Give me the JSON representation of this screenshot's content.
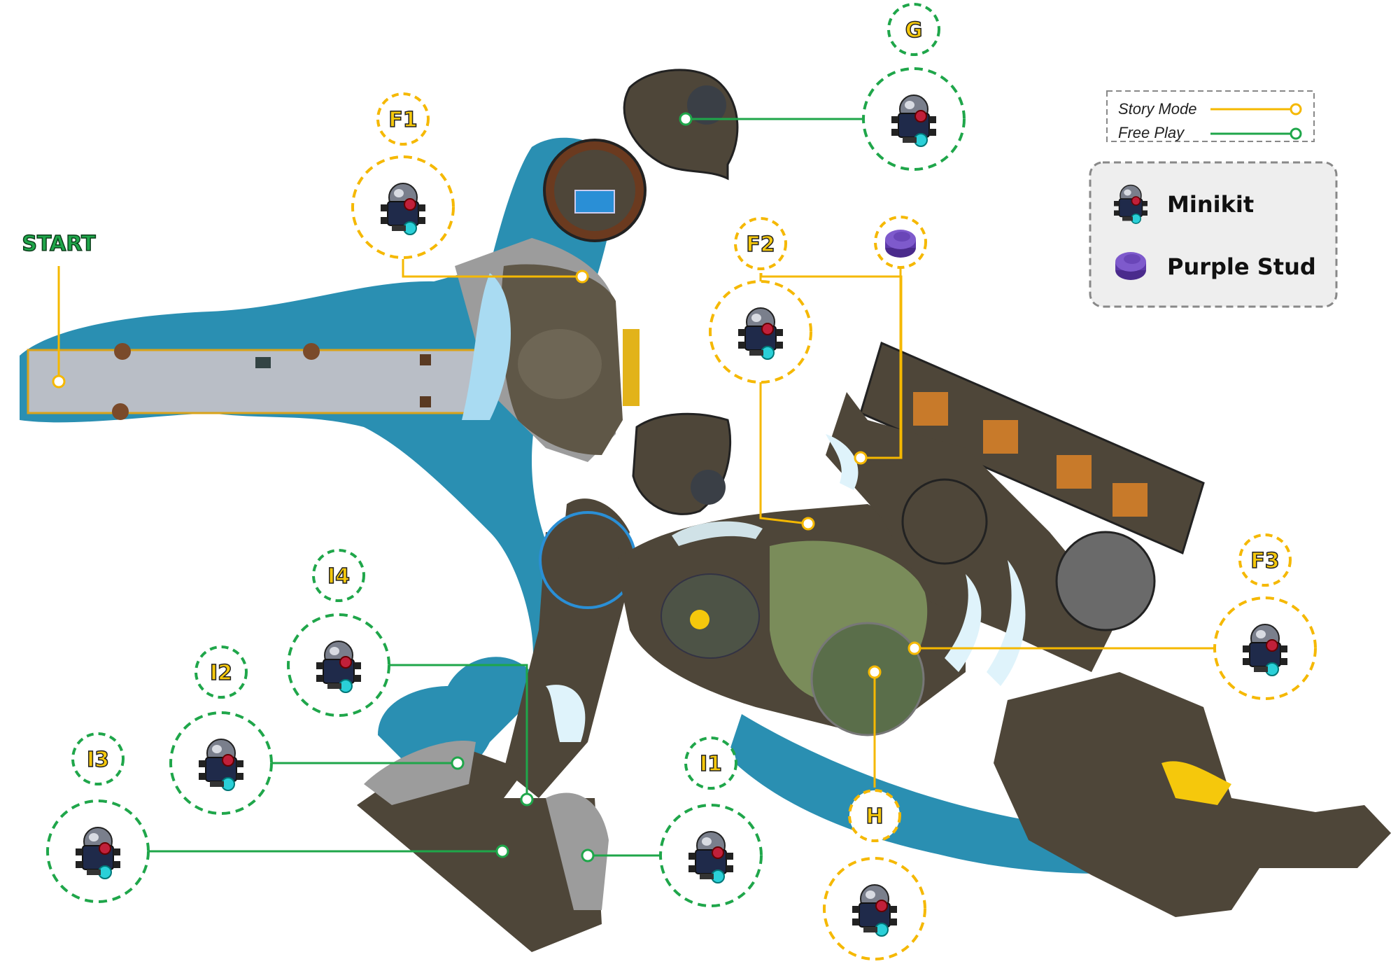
{
  "colors": {
    "story_mode": "#f5b800",
    "free_play": "#1fa64a",
    "water": "#2a8fb2",
    "ground": "#4e4639",
    "rock": "#9c9c9c",
    "ice": "#dff3fb",
    "start_text": "#1fa64a"
  },
  "start_label": "START",
  "legend": {
    "modes": [
      {
        "label": "Story Mode",
        "color": "#f5b800"
      },
      {
        "label": "Free Play",
        "color": "#1fa64a"
      }
    ],
    "items": [
      {
        "label": "Minikit",
        "icon": "minikit-icon"
      },
      {
        "label": "Purple Stud",
        "icon": "purple-stud-icon"
      }
    ]
  },
  "markers": [
    {
      "id": "F1",
      "label": "F1",
      "mode": "story",
      "collectible": "minikit"
    },
    {
      "id": "F2",
      "label": "F2",
      "mode": "story",
      "collectible": "minikit"
    },
    {
      "id": "F3",
      "label": "F3",
      "mode": "story",
      "collectible": "minikit"
    },
    {
      "id": "G",
      "label": "G",
      "mode": "free",
      "collectible": "minikit"
    },
    {
      "id": "H",
      "label": "H",
      "mode": "story",
      "collectible": "minikit"
    },
    {
      "id": "I1",
      "label": "I1",
      "mode": "free",
      "collectible": "minikit"
    },
    {
      "id": "I2",
      "label": "I2",
      "mode": "free",
      "collectible": "minikit"
    },
    {
      "id": "I3",
      "label": "I3",
      "mode": "free",
      "collectible": "minikit"
    },
    {
      "id": "I4",
      "label": "I4",
      "mode": "free",
      "collectible": "minikit"
    },
    {
      "id": "purple",
      "label": "",
      "mode": "story",
      "collectible": "purple-stud"
    }
  ]
}
